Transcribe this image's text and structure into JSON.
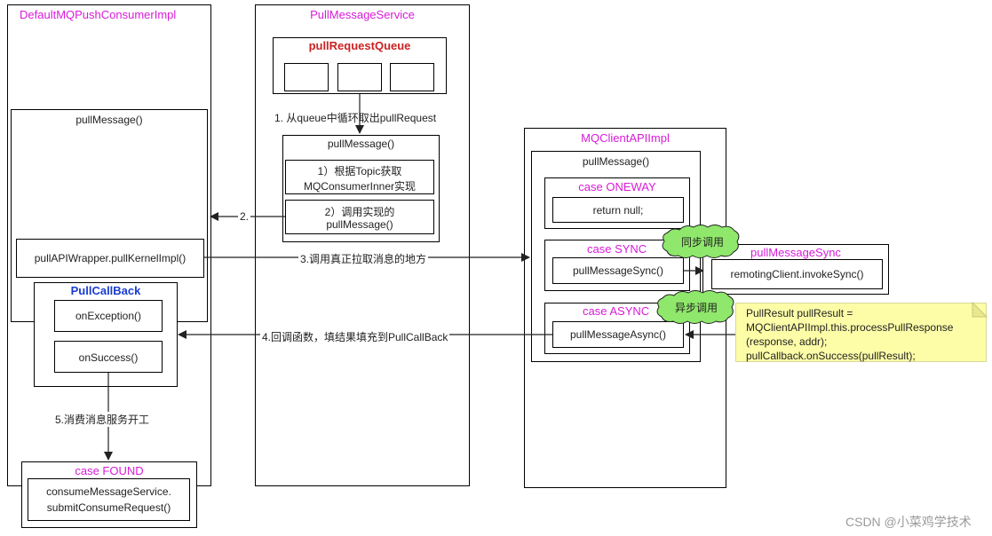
{
  "diagram": {
    "consumer": {
      "title": "DefaultMQPushConsumerImpl",
      "pull_message": "pullMessage()",
      "pull_kernel": "pullAPIWrapper.pullKernelImpl()",
      "callback_title": "PullCallBack",
      "on_exception": "onException()",
      "on_success": "onSuccess()",
      "found_title": "case FOUND",
      "found_line1": "consumeMessageService.",
      "found_line2": "submitConsumeRequest()"
    },
    "service": {
      "title": "PullMessageService",
      "queue_title": "pullRequestQueue",
      "pull_message": "pullMessage()",
      "step1_line1": "1）根据Topic获取",
      "step1_line2": "MQConsumerInner实现",
      "step2_line1": "2）调用实现的",
      "step2_line2": "pullMessage()"
    },
    "client": {
      "title": "MQClientAPIImpl",
      "pull_message": "pullMessage()",
      "oneway_title": "case ONEWAY",
      "oneway_body": "return null;",
      "sync_title": "case SYNC",
      "sync_body": "pullMessageSync()",
      "async_title": "case ASYNC",
      "async_body": "pullMessageAsync()"
    },
    "sync_side": {
      "title": "pullMessageSync",
      "body": "remotingClient.invokeSync()"
    },
    "bubbles": {
      "sync": "同步调用",
      "async": "异步调用"
    },
    "arrows": {
      "a1": "1. 从queue中循环取出pullRequest",
      "a2": "2.",
      "a3": "3.调用真正拉取消息的地方",
      "a4": "4.回调函数，填结果填充到PullCallBack",
      "a5": "5.消费消息服务开工"
    },
    "note": {
      "line1": "PullResult pullResult =",
      "line2": "MQClientAPIImpl.this.processPullResponse",
      "line3": "(response, addr);",
      "line4": "pullCallback.onSuccess(pullResult);"
    },
    "watermark": "CSDN @小菜鸡学技术"
  }
}
